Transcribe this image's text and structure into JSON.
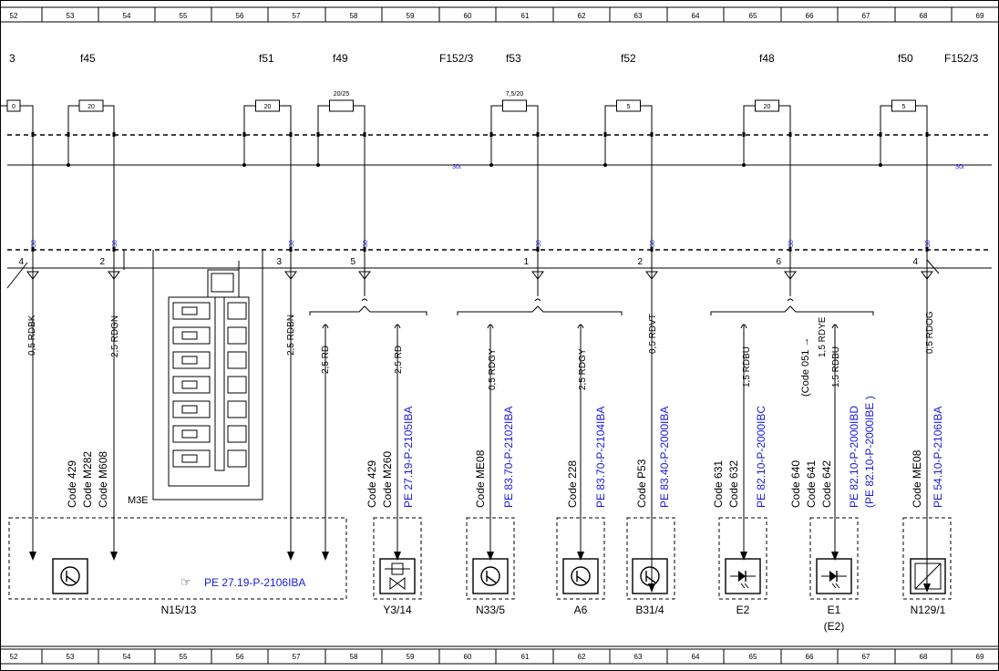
{
  "grid_numbers": [
    "52",
    "53",
    "54",
    "55",
    "56",
    "57",
    "58",
    "59",
    "60",
    "61",
    "62",
    "63",
    "64",
    "65",
    "66",
    "67",
    "68",
    "69"
  ],
  "fuses": {
    "f_left_partial": "3",
    "f45": "f45",
    "f51": "f51",
    "f49": "f49",
    "F152_left": "F152/3",
    "f53": "f53",
    "f52": "f52",
    "f48": "f48",
    "f50": "f50",
    "F152_right": "F152/3"
  },
  "fuse_ratings": {
    "partial": "0",
    "f45": "20",
    "f51": "20",
    "f49": "20/25",
    "f53": "7,5/20",
    "f52": "5",
    "f48": "20",
    "f50": "5"
  },
  "bus_label": "30t",
  "terminal_label": "30",
  "pins": [
    "4",
    "2",
    "3",
    "5",
    "1",
    "2",
    "6",
    "4"
  ],
  "wires": {
    "w1": "0,5 RDBK",
    "w2": "2,5 RDGN",
    "w3": "2,5 RDBN",
    "w4": "2,5 RD",
    "w5": "2,5 RD",
    "w6": "0,5 RDGY",
    "w7": "2,5 RDGY",
    "w8": "0,5 RDVT",
    "w9": "1,5 RDBU",
    "w10": "1,5 RDYE",
    "w11": "1,5 RDBU",
    "w12": "0,5 RDOG",
    "code051": "(Code 051 →"
  },
  "codes": {
    "c1": [
      "Code 429",
      "Code M282",
      "Code M608"
    ],
    "c2": [
      "Code 429",
      "Code M260"
    ],
    "c3": [
      "Code ME08"
    ],
    "c4": [
      "Code 228"
    ],
    "c5": [
      "Code P53"
    ],
    "c6": [
      "Code 631",
      "Code 632"
    ],
    "c7": [
      "Code 640",
      "Code 641",
      "Code 642"
    ],
    "c8": [
      "Code ME08"
    ]
  },
  "refs": {
    "r1": "PE 27.19-P-2105IBA",
    "r2": "PE 83.70-P-2102IBA",
    "r3": "PE 83.70-P-2104IBA",
    "r4": "PE 83.40-P-2000IBA",
    "r5": "PE 82.10-P-2000IBC",
    "r6": "PE 82.10-P-2000IBD",
    "r6b": "(PE 82.10-P-2000IBE )",
    "r7": "PE 54.10-P-2106IBA",
    "r8": "PE 27.19-P-2106IBA"
  },
  "m3e": "M3E",
  "components": {
    "n15": "N15/13",
    "y3": "Y3/14",
    "n33": "N33/5",
    "a6": "A6",
    "b31": "B31/4",
    "e2": "E2",
    "e1": "E1",
    "e1b": "(E2)",
    "n129": "N129/1"
  },
  "colors": {
    "link": "#1a1adc",
    "line": "#000000",
    "bus_label": "#1a1adc"
  }
}
